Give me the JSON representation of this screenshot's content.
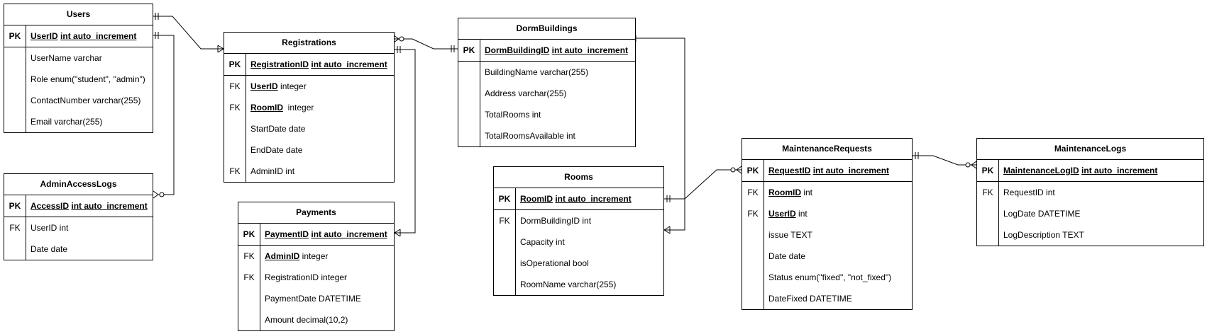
{
  "entities": [
    {
      "id": "users",
      "title": "Users",
      "fields": [
        {
          "key": "PK",
          "name": "UserID",
          "type": "int auto_increment",
          "pk": true
        },
        {
          "key": "",
          "name": "",
          "type": "UserName varchar"
        },
        {
          "key": "",
          "name": "",
          "type": "Role enum(\"student\", \"admin\")"
        },
        {
          "key": "",
          "name": "",
          "type": "ContactNumber varchar(255)"
        },
        {
          "key": "",
          "name": "",
          "type": "Email varchar(255)"
        }
      ]
    },
    {
      "id": "adminaccesslogs",
      "title": "AdminAccessLogs",
      "fields": [
        {
          "key": "PK",
          "name": "AccessID",
          "type": "int auto_increment",
          "pk": true
        },
        {
          "key": "FK",
          "name": "",
          "type": "UserID int"
        },
        {
          "key": "",
          "name": "",
          "type": "Date date"
        }
      ]
    },
    {
      "id": "registrations",
      "title": "Registrations",
      "fields": [
        {
          "key": "PK",
          "name": "RegistrationID",
          "type": "int auto_increment",
          "pk": true
        },
        {
          "key": "FK",
          "name": "UserID",
          "type": " integer"
        },
        {
          "key": "FK",
          "name": "RoomID",
          "type": "  integer"
        },
        {
          "key": "",
          "name": "",
          "type": "StartDate date"
        },
        {
          "key": "",
          "name": "",
          "type": "EndDate date"
        },
        {
          "key": "FK",
          "name": "",
          "type": "AdminID int",
          "bold": true
        }
      ]
    },
    {
      "id": "payments",
      "title": "Payments",
      "fields": [
        {
          "key": "PK",
          "name": "PaymentID",
          "type": "int auto_increment",
          "pk": true
        },
        {
          "key": "FK",
          "name": "AdminID",
          "type": " integer"
        },
        {
          "key": "FK",
          "name": "",
          "type": "RegistrationID integer"
        },
        {
          "key": "",
          "name": "",
          "type": "PaymentDate DATETIME"
        },
        {
          "key": "",
          "name": "",
          "type": "Amount decimal(10,2)"
        }
      ]
    },
    {
      "id": "dormbuildings",
      "title": "DormBuildings",
      "fields": [
        {
          "key": "PK",
          "name": "DormBuildingID",
          "type": "int auto_increment",
          "pk": true
        },
        {
          "key": "",
          "name": "",
          "type": "BuildingName varchar(255)"
        },
        {
          "key": "",
          "name": "",
          "type": "Address varchar(255)"
        },
        {
          "key": "",
          "name": "",
          "type": "TotalRooms int"
        },
        {
          "key": "",
          "name": "",
          "type": "TotalRoomsAvailable int"
        }
      ]
    },
    {
      "id": "rooms",
      "title": "Rooms",
      "fields": [
        {
          "key": "PK",
          "name": "RoomID",
          "type": "int auto_increment",
          "pk": true
        },
        {
          "key": "FK",
          "name": "",
          "type": "DormBuildingID int"
        },
        {
          "key": "",
          "name": "",
          "type": "Capacity int"
        },
        {
          "key": "",
          "name": "",
          "type": "isOperational bool"
        },
        {
          "key": "",
          "name": "",
          "type": "RoomName varchar(255)"
        }
      ]
    },
    {
      "id": "maintenancerequests",
      "title": "MaintenanceRequests",
      "fields": [
        {
          "key": "PK",
          "name": "RequestID",
          "type": "int auto_increment",
          "pk": true
        },
        {
          "key": "FK",
          "name": "RoomID",
          "type": " int"
        },
        {
          "key": "FK",
          "name": "UserID",
          "type": " int"
        },
        {
          "key": "",
          "name": "",
          "type": "issue TEXT"
        },
        {
          "key": "",
          "name": "",
          "type": "Date date"
        },
        {
          "key": "",
          "name": "",
          "type": "Status enum(\"fixed\", \"not_fixed\")"
        },
        {
          "key": "",
          "name": "",
          "type": "DateFixed DATETIME"
        }
      ]
    },
    {
      "id": "maintenancelogs",
      "title": "MaintenanceLogs",
      "fields": [
        {
          "key": "PK",
          "name": "MaintenanceLogID",
          "type": "int auto_increment",
          "pk": true
        },
        {
          "key": "FK",
          "name": "",
          "type": "RequestID int"
        },
        {
          "key": "",
          "name": "",
          "type": "LogDate DATETIME"
        },
        {
          "key": "",
          "name": "",
          "type": "LogDescription TEXT"
        }
      ]
    }
  ]
}
